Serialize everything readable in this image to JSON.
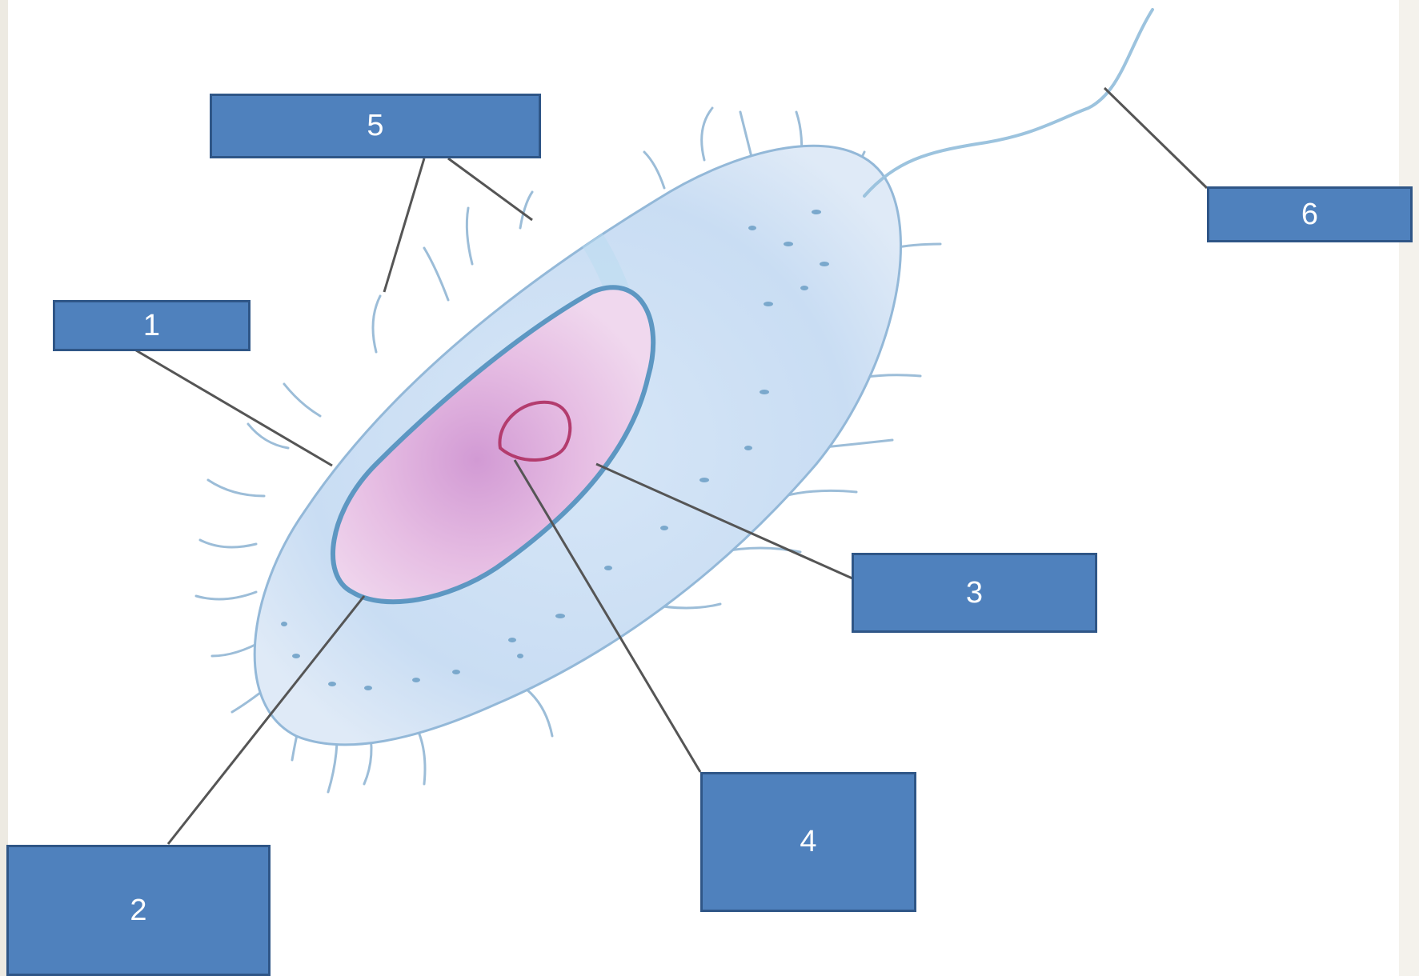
{
  "colors": {
    "label_fill": "#4f81bd",
    "label_border": "#2f5687",
    "cell_body": "#cfe0f4",
    "cell_outline": "#93b8d8",
    "nucleoid": "#e2b8e0",
    "nucleoid_outline": "#5d97c2",
    "plasmid": "#b33c6e",
    "leader_line": "#555555"
  },
  "icons": {
    "cell": "bacterium-cell-illustration",
    "plasmid": "plasmid-ring",
    "flagellum": "flagellum-tail"
  },
  "labels": [
    {
      "id": "1",
      "text": "1"
    },
    {
      "id": "2",
      "text": "2"
    },
    {
      "id": "3",
      "text": "3"
    },
    {
      "id": "4",
      "text": "4"
    },
    {
      "id": "5",
      "text": "5"
    },
    {
      "id": "6",
      "text": "6"
    }
  ]
}
